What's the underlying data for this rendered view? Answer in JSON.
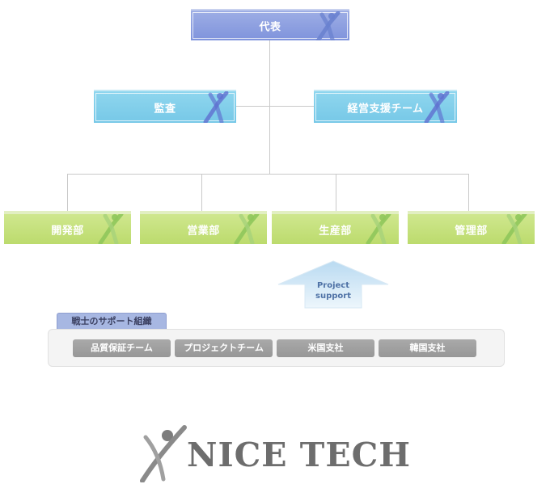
{
  "chart": {
    "representative": "代表",
    "audit": "監査",
    "management_support_team": "経営支援チーム",
    "departments": [
      "開発部",
      "営業部",
      "生産部",
      "管理部"
    ],
    "arrow_label_line1": "Project",
    "arrow_label_line2": "support"
  },
  "support_org": {
    "title": "戦士のサポート組織",
    "items": [
      "品質保証チーム",
      "プロジェクトチーム",
      "米国支社",
      "韓国支社"
    ]
  },
  "logo": {
    "text": "NICE TECH"
  },
  "colors": {
    "representative": "#7f93dc",
    "second_tier": "#76c8e7",
    "departments": "#bcdb6d",
    "support_pill": "#979797",
    "logo_text": "#6d6d6d"
  }
}
